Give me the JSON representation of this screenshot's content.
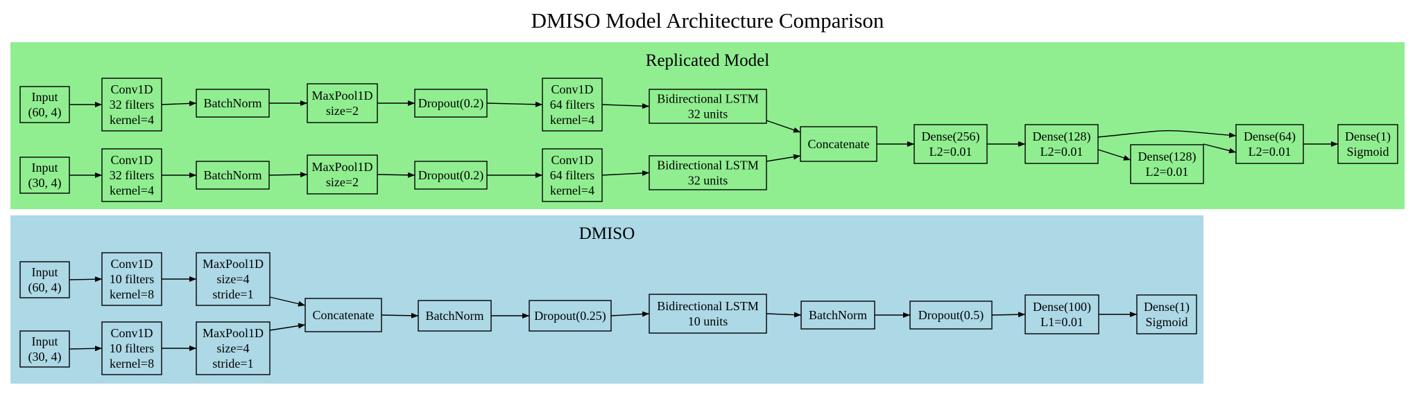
{
  "title": "DMISO Model Architecture Comparison",
  "colors": {
    "replicated_cluster": "#90ee90",
    "dmiso_cluster": "#add8e6",
    "node_border": "#000000",
    "edge": "#000000"
  },
  "clusters": [
    {
      "id": "replicated",
      "label": "Replicated Model",
      "nodes": [
        {
          "id": "r_in1",
          "lines": [
            "Input",
            "(60, 4)"
          ]
        },
        {
          "id": "r_c1",
          "lines": [
            "Conv1D",
            "32 filters",
            "kernel=4"
          ]
        },
        {
          "id": "r_bn1",
          "lines": [
            "BatchNorm"
          ]
        },
        {
          "id": "r_mp1",
          "lines": [
            "MaxPool1D",
            "size=2"
          ]
        },
        {
          "id": "r_do1",
          "lines": [
            "Dropout(0.2)"
          ]
        },
        {
          "id": "r_c1b",
          "lines": [
            "Conv1D",
            "64 filters",
            "kernel=4"
          ]
        },
        {
          "id": "r_lstm1",
          "lines": [
            "Bidirectional LSTM",
            "32 units"
          ]
        },
        {
          "id": "r_in2",
          "lines": [
            "Input",
            "(30, 4)"
          ]
        },
        {
          "id": "r_c2",
          "lines": [
            "Conv1D",
            "32 filters",
            "kernel=4"
          ]
        },
        {
          "id": "r_bn2",
          "lines": [
            "BatchNorm"
          ]
        },
        {
          "id": "r_mp2",
          "lines": [
            "MaxPool1D",
            "size=2"
          ]
        },
        {
          "id": "r_do2",
          "lines": [
            "Dropout(0.2)"
          ]
        },
        {
          "id": "r_c2b",
          "lines": [
            "Conv1D",
            "64 filters",
            "kernel=4"
          ]
        },
        {
          "id": "r_lstm2",
          "lines": [
            "Bidirectional LSTM",
            "32 units"
          ]
        },
        {
          "id": "r_cat",
          "lines": [
            "Concatenate"
          ]
        },
        {
          "id": "r_d256",
          "lines": [
            "Dense(256)",
            "L2=0.01"
          ]
        },
        {
          "id": "r_d128a",
          "lines": [
            "Dense(128)",
            "L2=0.01"
          ]
        },
        {
          "id": "r_d128b",
          "lines": [
            "Dense(128)",
            "L2=0.01"
          ]
        },
        {
          "id": "r_d64",
          "lines": [
            "Dense(64)",
            "L2=0.01"
          ]
        },
        {
          "id": "r_out",
          "lines": [
            "Dense(1)",
            "Sigmoid"
          ]
        }
      ],
      "edges": [
        [
          "r_in1",
          "r_c1"
        ],
        [
          "r_c1",
          "r_bn1"
        ],
        [
          "r_bn1",
          "r_mp1"
        ],
        [
          "r_mp1",
          "r_do1"
        ],
        [
          "r_do1",
          "r_c1b"
        ],
        [
          "r_c1b",
          "r_lstm1"
        ],
        [
          "r_lstm1",
          "r_cat"
        ],
        [
          "r_in2",
          "r_c2"
        ],
        [
          "r_c2",
          "r_bn2"
        ],
        [
          "r_bn2",
          "r_mp2"
        ],
        [
          "r_mp2",
          "r_do2"
        ],
        [
          "r_do2",
          "r_c2b"
        ],
        [
          "r_c2b",
          "r_lstm2"
        ],
        [
          "r_lstm2",
          "r_cat"
        ],
        [
          "r_cat",
          "r_d256"
        ],
        [
          "r_d256",
          "r_d128a"
        ],
        [
          "r_d128a",
          "r_d64"
        ],
        [
          "r_d128a",
          "r_d128b"
        ],
        [
          "r_d128b",
          "r_d64"
        ],
        [
          "r_d64",
          "r_out"
        ]
      ]
    },
    {
      "id": "dmiso",
      "label": "DMISO",
      "nodes": [
        {
          "id": "d_in1",
          "lines": [
            "Input",
            "(60, 4)"
          ]
        },
        {
          "id": "d_c1",
          "lines": [
            "Conv1D",
            "10 filters",
            "kernel=8"
          ]
        },
        {
          "id": "d_mp1",
          "lines": [
            "MaxPool1D",
            "size=4",
            "stride=1"
          ]
        },
        {
          "id": "d_in2",
          "lines": [
            "Input",
            "(30, 4)"
          ]
        },
        {
          "id": "d_c2",
          "lines": [
            "Conv1D",
            "10 filters",
            "kernel=8"
          ]
        },
        {
          "id": "d_mp2",
          "lines": [
            "MaxPool1D",
            "size=4",
            "stride=1"
          ]
        },
        {
          "id": "d_cat",
          "lines": [
            "Concatenate"
          ]
        },
        {
          "id": "d_bn1",
          "lines": [
            "BatchNorm"
          ]
        },
        {
          "id": "d_do1",
          "lines": [
            "Dropout(0.25)"
          ]
        },
        {
          "id": "d_lstm",
          "lines": [
            "Bidirectional LSTM",
            "10 units"
          ]
        },
        {
          "id": "d_bn2",
          "lines": [
            "BatchNorm"
          ]
        },
        {
          "id": "d_do2",
          "lines": [
            "Dropout(0.5)"
          ]
        },
        {
          "id": "d_d100",
          "lines": [
            "Dense(100)",
            "L1=0.01"
          ]
        },
        {
          "id": "d_out",
          "lines": [
            "Dense(1)",
            "Sigmoid"
          ]
        }
      ],
      "edges": [
        [
          "d_in1",
          "d_c1"
        ],
        [
          "d_c1",
          "d_mp1"
        ],
        [
          "d_mp1",
          "d_cat"
        ],
        [
          "d_in2",
          "d_c2"
        ],
        [
          "d_c2",
          "d_mp2"
        ],
        [
          "d_mp2",
          "d_cat"
        ],
        [
          "d_cat",
          "d_bn1"
        ],
        [
          "d_bn1",
          "d_do1"
        ],
        [
          "d_do1",
          "d_lstm"
        ],
        [
          "d_lstm",
          "d_bn2"
        ],
        [
          "d_bn2",
          "d_do2"
        ],
        [
          "d_do2",
          "d_d100"
        ],
        [
          "d_d100",
          "d_out"
        ]
      ]
    }
  ]
}
